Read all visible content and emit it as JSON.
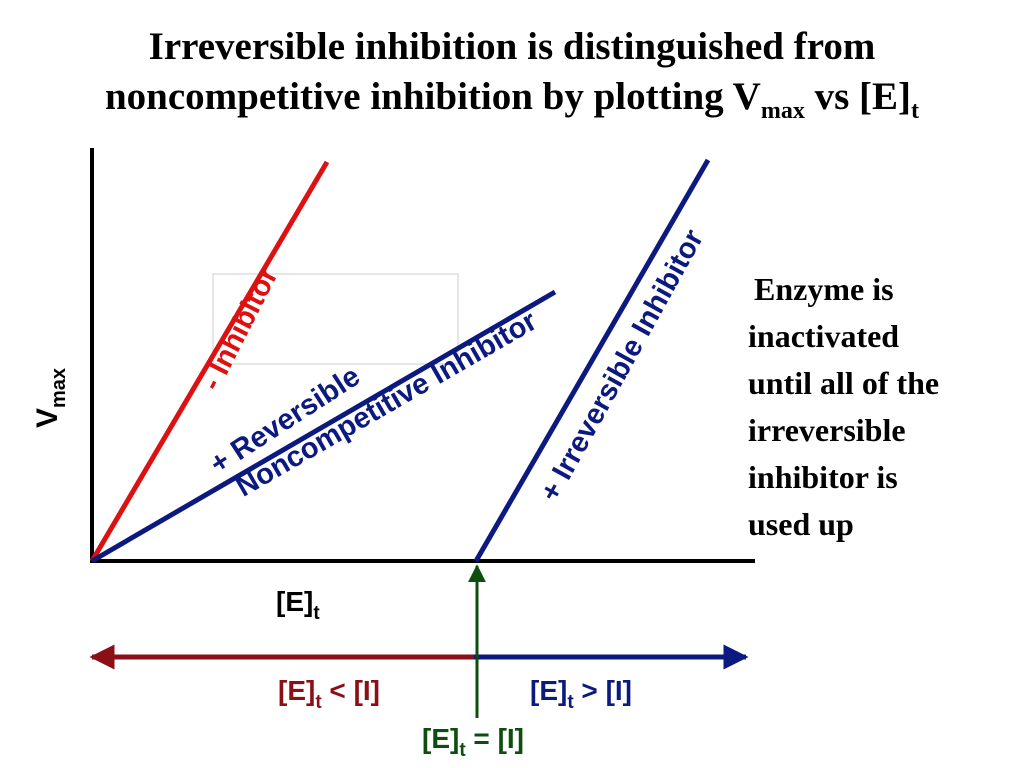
{
  "title": {
    "line1": "Irreversible inhibition is distinguished from",
    "line2_prefix": "noncompetitive inhibition by plotting V",
    "line2_sub1": "max",
    "line2_mid": " vs [E]",
    "line2_sub2": "t"
  },
  "axes": {
    "y_label_main": "V",
    "y_label_sub": "max",
    "x_label_main": "[E]",
    "x_label_sub": "t"
  },
  "lines": {
    "no_inhibitor": "- Inhibitor",
    "reversible_line1": "+ Reversible",
    "reversible_line2": "Noncompetitive Inhibitor",
    "irreversible": "+ Irreversible Inhibitor"
  },
  "regions": {
    "left_main": "[E]",
    "left_sub": "t",
    "left_rest": " < [I]",
    "right_main": "[E]",
    "right_sub": "t",
    "right_rest": " > [I]",
    "equal_main": "[E]",
    "equal_sub": "t",
    "equal_rest": " = [I]"
  },
  "note": {
    "lines": [
      "Enzyme is",
      "inactivated",
      "until all of the",
      "irreversible",
      "inhibitor is",
      "used up"
    ]
  },
  "colors": {
    "no_inhibitor": "#dd1111",
    "reversible": "#0c1a80",
    "irreversible": "#0c1a80",
    "left_region": "#8a0f16",
    "right_region": "#0c1a80",
    "equivalence": "#0d4d0d",
    "axis": "#000000"
  }
}
